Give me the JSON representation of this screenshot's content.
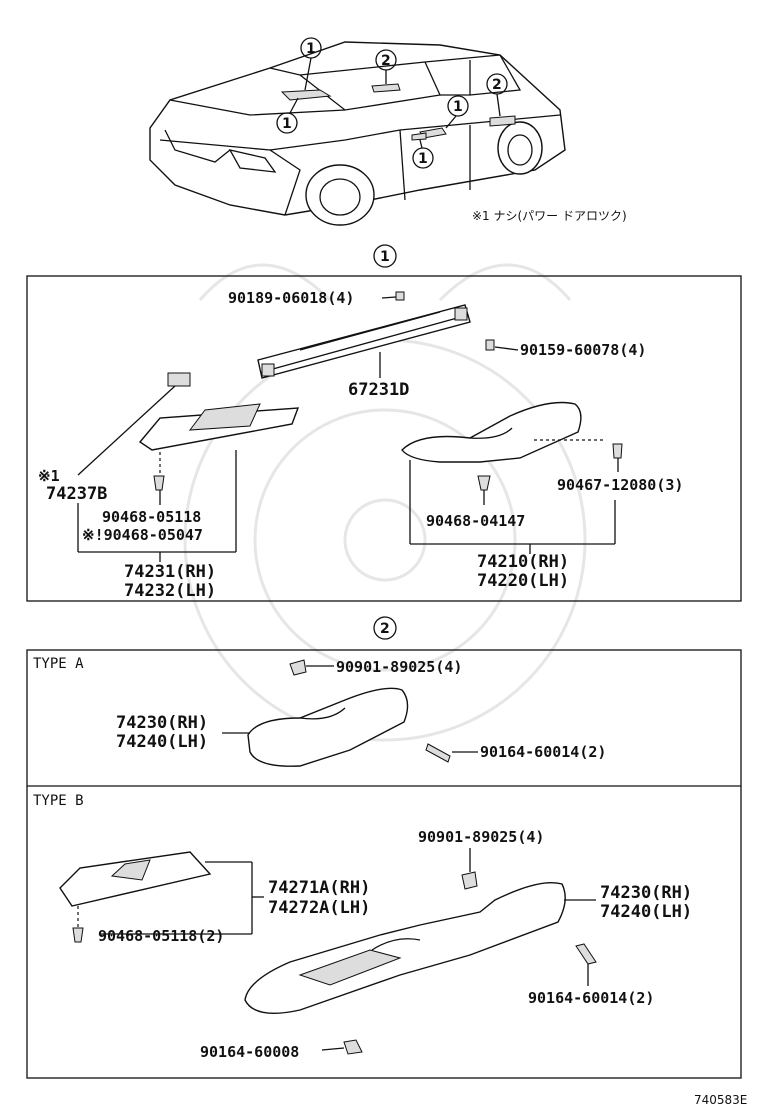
{
  "car_note": "※1 ナシ(パワー ドアロツク)",
  "section1": {
    "ref": "1",
    "parts": {
      "p90189": "90189-06018(4)",
      "p90159": "90159-60078(4)",
      "p67231": "67231D",
      "note1_mark": "※1",
      "p74237": "74237B",
      "p90468a": "90468-05118",
      "p90468b": "※!90468-05047",
      "p74231": "74231(RH)",
      "p74232": "74232(LH)",
      "p90467": "90467-12080(3)",
      "p90468c": "90468-04147",
      "p74210": "74210(RH)",
      "p74220": "74220(LH)"
    }
  },
  "section2": {
    "ref": "2",
    "typeA": {
      "label": "TYPE A",
      "p90901": "90901-89025(4)",
      "p74230": "74230(RH)",
      "p74240": "74240(LH)",
      "p90164": "90164-60014(2)"
    },
    "typeB": {
      "label": "TYPE B",
      "p90901": "90901-89025(4)",
      "p74271": "74271A(RH)",
      "p74272": "74272A(LH)",
      "p74230": "74230(RH)",
      "p74240": "74240(LH)",
      "p90468": "90468-05118(2)",
      "p90164a": "90164-60014(2)",
      "p90164b": "90164-60008"
    }
  },
  "car_callouts": [
    "1",
    "1",
    "1",
    "1",
    "2",
    "2"
  ],
  "figure_code": "740583E"
}
